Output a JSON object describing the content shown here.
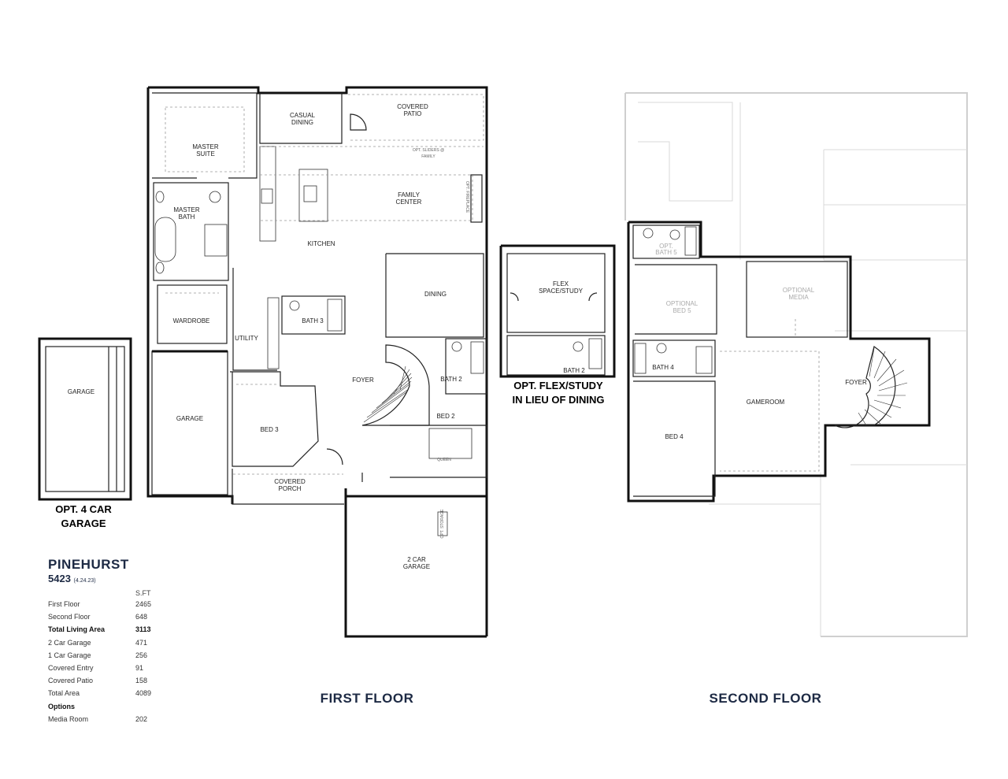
{
  "plan": {
    "name": "PINEHURST",
    "number": "5423",
    "date": "(4.24.23)"
  },
  "area_table": {
    "unit_header": "S.FT",
    "rows": [
      {
        "label": "First Floor",
        "value": "2465",
        "bold": false
      },
      {
        "label": "Second Floor",
        "value": "648",
        "bold": false
      },
      {
        "label": "Total Living Area",
        "value": "3113",
        "bold": true
      },
      {
        "label": "2 Car Garage",
        "value": "471",
        "bold": false
      },
      {
        "label": "1 Car Garage",
        "value": "256",
        "bold": false
      },
      {
        "label": "Covered Entry",
        "value": "91",
        "bold": false
      },
      {
        "label": "Covered Patio",
        "value": "158",
        "bold": false
      },
      {
        "label": "Total Area",
        "value": "4089",
        "bold": false
      }
    ],
    "options_header": "Options",
    "option_rows": [
      {
        "label": "Media Room",
        "value": "202"
      }
    ]
  },
  "floors": {
    "first": "FIRST FLOOR",
    "second": "SECOND FLOOR"
  },
  "callouts": {
    "garage_option_line1": "OPT. 4 CAR",
    "garage_option_line2": "GARAGE",
    "flex_option_line1": "OPT. FLEX/STUDY",
    "flex_option_line2": "IN LIEU OF DINING"
  },
  "rooms_first": {
    "casual_dining_1": "CASUAL",
    "casual_dining_2": "DINING",
    "covered_patio_1": "COVERED",
    "covered_patio_2": "PATIO",
    "master_suite_1": "MASTER",
    "master_suite_2": "SUITE",
    "opt_sliders_1": "OPT. SLIDERS @",
    "opt_sliders_2": "FAMILY",
    "family_center_1": "FAMILY",
    "family_center_2": "CENTER",
    "opt_fireplace": "OPT. FIREPLACE",
    "master_bath_1": "MASTER",
    "master_bath_2": "BATH",
    "kitchen": "KITCHEN",
    "dining": "DINING",
    "wardrobe": "WARDROBE",
    "bath_3": "BATH 3",
    "utility": "UTILITY",
    "foyer": "FOYER",
    "bath_2": "BATH 2",
    "garage_1car": "GARAGE",
    "bed_3": "BED 3",
    "bed_2": "BED 2",
    "queen": "QUEEN",
    "covered_porch_1": "COVERED",
    "covered_porch_2": "PORCH",
    "garage_2car_1": "2 CAR",
    "garage_2car_2": "GARAGE",
    "opt_garage": "GARAGE",
    "attic_stairs": "OPT. STORAGE"
  },
  "rooms_flex": {
    "flex_1": "FLEX",
    "flex_2": "SPACE/STUDY",
    "bath_2": "BATH 2"
  },
  "rooms_second": {
    "opt_bath5_1": "OPT.",
    "opt_bath5_2": "BATH 5",
    "optional_bed5_1": "OPTIONAL",
    "optional_bed5_2": "BED 5",
    "optional_media_1": "OPTIONAL",
    "optional_media_2": "MEDIA",
    "bath_4": "BATH 4",
    "gameroom": "GAMEROOM",
    "foyer": "FOYER",
    "bed_4": "BED 4"
  }
}
